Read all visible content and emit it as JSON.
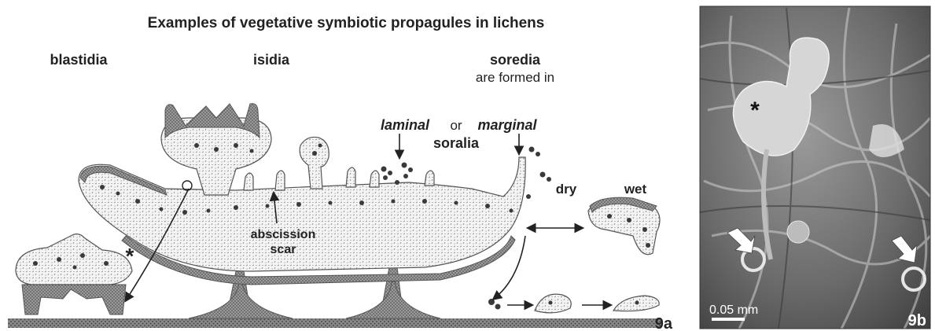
{
  "title": "Examples of vegetative symbiotic propagules in lichens",
  "headings": {
    "blastidia": "blastidia",
    "isidia": "isidia",
    "soredia": "soredia",
    "soredia_sub": "are formed in"
  },
  "labels": {
    "laminal": "laminal",
    "or": "or",
    "marginal": "marginal",
    "soralia": "soralia",
    "dry": "dry",
    "wet": "wet",
    "abscission_1": "abscission",
    "abscission_2": "scar",
    "asterisk_a": "*",
    "asterisk_b": "*",
    "scale_bar": "0.05 mm"
  },
  "panels": {
    "a": "9a",
    "b": "9b"
  },
  "colors": {
    "background": "#ffffff",
    "ink": "#222222",
    "photo_base": "#6a6a6a",
    "photo_highlight": "#d8d8d8"
  }
}
